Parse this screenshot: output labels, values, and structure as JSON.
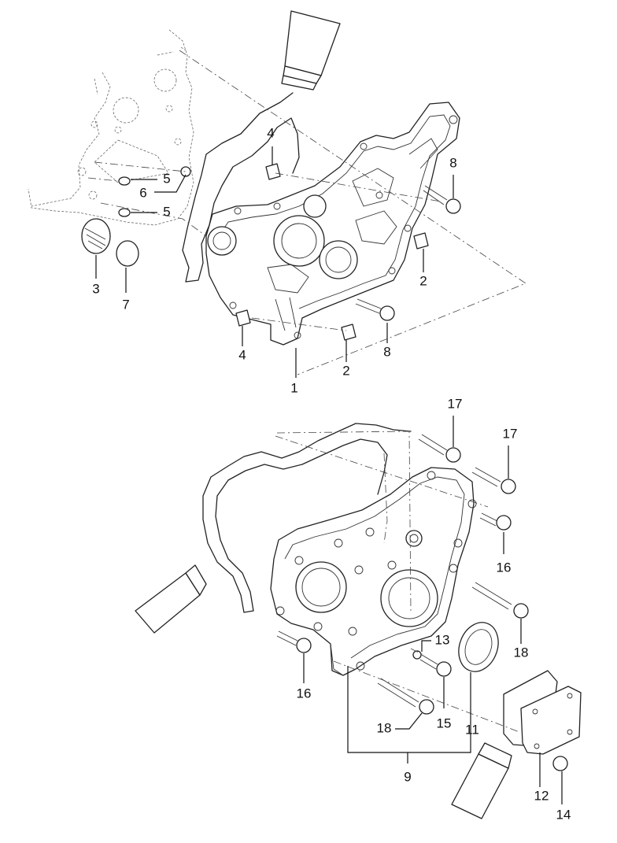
{
  "callouts": {
    "c1": "1",
    "c2a": "2",
    "c2b": "2",
    "c3": "3",
    "c4a": "4",
    "c4b": "4",
    "c5a": "5",
    "c5b": "5",
    "c6": "6",
    "c7": "7",
    "c8a": "8",
    "c8b": "8",
    "c9": "9",
    "c11": "11",
    "c12": "12",
    "c13": "13",
    "c14": "14",
    "c15": "15",
    "c16a": "16",
    "c16b": "16",
    "c17a": "17",
    "c17b": "17",
    "c18a": "18",
    "c18b": "18"
  }
}
